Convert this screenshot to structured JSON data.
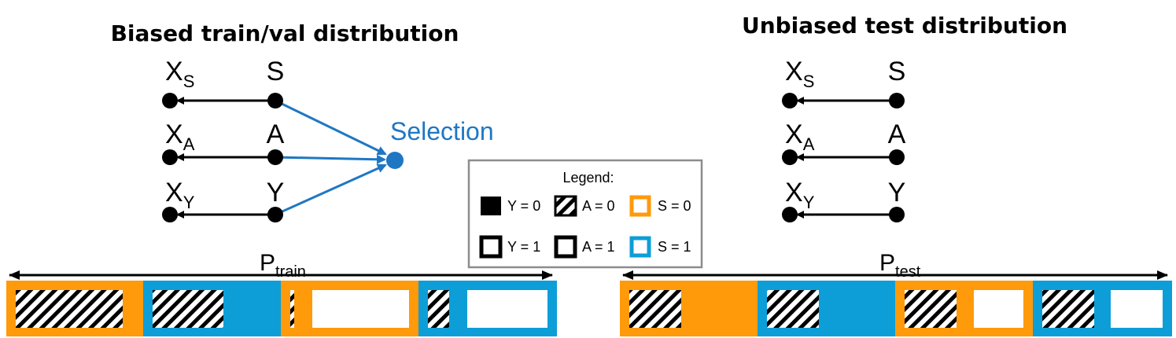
{
  "colors": {
    "orange": "#ff9a0a",
    "blue": "#0d9ed8",
    "selection_blue": "#1f77c4",
    "black": "#000000",
    "white": "#ffffff",
    "legend_border": "#8c8c8c"
  },
  "left_panel": {
    "title": "Biased train/val distribution",
    "nodes": {
      "xs": {
        "base": "X",
        "sub": "S"
      },
      "xa": {
        "base": "X",
        "sub": "A"
      },
      "xy": {
        "base": "X",
        "sub": "Y"
      },
      "s": "S",
      "a": "A",
      "y": "Y"
    },
    "selection_label": "Selection"
  },
  "right_panel": {
    "title": "Unbiased test distribution",
    "nodes": {
      "xs": {
        "base": "X",
        "sub": "S"
      },
      "xa": {
        "base": "X",
        "sub": "A"
      },
      "xy": {
        "base": "X",
        "sub": "Y"
      },
      "s": "S",
      "a": "A",
      "y": "Y"
    }
  },
  "legend": {
    "title": "Legend:",
    "items": [
      {
        "label": "Y = 0",
        "swatch": "solid-black"
      },
      {
        "label": "A = 0",
        "swatch": "hatched"
      },
      {
        "label": "S = 0",
        "swatch": "orange-outline"
      },
      {
        "label": "Y = 1",
        "swatch": "black-outline"
      },
      {
        "label": "A = 1",
        "swatch": "black-outline"
      },
      {
        "label": "S = 1",
        "swatch": "blue-outline"
      }
    ]
  },
  "bars": {
    "train": {
      "label_base": "P",
      "label_sub": "train"
    },
    "test": {
      "label_base": "P",
      "label_sub": "test"
    }
  }
}
